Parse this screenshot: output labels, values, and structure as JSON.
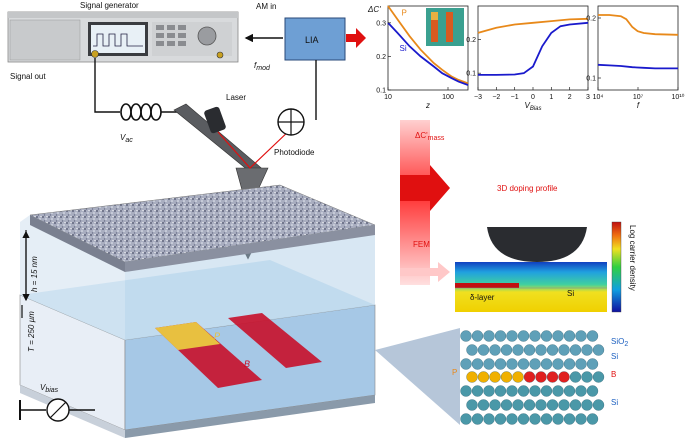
{
  "labels": {
    "signal_generator": "Signal generator",
    "am_in": "AM in",
    "signal_out": "Signal out",
    "lia": "LIA",
    "fmod": "f",
    "fmod_sub": "mod",
    "laser": "Laser",
    "photodiode": "Photodiode",
    "vac": "V",
    "vac_sub": "ac",
    "z_axis": "z",
    "h_label": "h = 15 nm",
    "t_label": "T = 250 µm",
    "p_label": "P",
    "b_label": "B",
    "vbias": "V",
    "vbias_sub": "bias",
    "dc_mass": "ΔC'",
    "dc_mass_sub": "mass",
    "fem": "FEM",
    "doping_profile": "3D doping profile",
    "delta_layer": "δ-layer",
    "si_fem": "Si",
    "log_carrier": "Log carrier density",
    "sio2": "SiO",
    "sio2_sub": "2",
    "si_top": "Si",
    "p_lattice": "P",
    "b_lattice": "B",
    "si_bottom": "Si"
  },
  "chart_data": [
    {
      "type": "line",
      "ylabel": "ΔC'",
      "xlabel": "z",
      "x_log": true,
      "xlim": [
        10,
        300
      ],
      "ylim": [
        0.1,
        0.35
      ],
      "xticks": [
        "10",
        "100"
      ],
      "yticks": [
        "0.1",
        "0.2",
        "0.3"
      ],
      "series": [
        {
          "name": "P",
          "color": "#e8891a",
          "x": [
            10,
            15,
            25,
            40,
            70,
            100,
            150,
            200,
            300
          ],
          "y": [
            0.35,
            0.31,
            0.26,
            0.22,
            0.18,
            0.16,
            0.14,
            0.13,
            0.12
          ]
        },
        {
          "name": "Si",
          "color": "#1a1acc",
          "x": [
            10,
            15,
            25,
            40,
            70,
            100,
            150,
            200,
            300
          ],
          "y": [
            0.3,
            0.27,
            0.23,
            0.2,
            0.17,
            0.15,
            0.135,
            0.125,
            0.115
          ]
        }
      ]
    },
    {
      "type": "line",
      "xlabel": "V",
      "xlabel_sub": "Bias",
      "xlim": [
        -3,
        3
      ],
      "ylim": [
        0.05,
        0.3
      ],
      "xticks": [
        "−3",
        "−2",
        "−1",
        "0",
        "1",
        "2",
        "3"
      ],
      "yticks": [
        "0.1",
        "0.2"
      ],
      "series": [
        {
          "color": "#e8891a",
          "x": [
            -3,
            -2,
            -1,
            0,
            1,
            2,
            3
          ],
          "y": [
            0.22,
            0.235,
            0.245,
            0.25,
            0.255,
            0.26,
            0.262
          ]
        },
        {
          "color": "#1a1acc",
          "x": [
            -3,
            -2,
            -1,
            -0.5,
            0,
            0.5,
            1,
            1.5,
            2,
            3
          ],
          "y": [
            0.095,
            0.095,
            0.096,
            0.1,
            0.12,
            0.18,
            0.22,
            0.24,
            0.245,
            0.25
          ]
        }
      ]
    },
    {
      "type": "line",
      "xlabel": "f",
      "x_log": true,
      "xlim": [
        10000,
        100000000000
      ],
      "ylim": [
        0.08,
        0.22
      ],
      "xticks": [
        "10⁴",
        "10⁷",
        "10¹⁰"
      ],
      "yticks": [
        "0.1",
        "0.2"
      ],
      "series": [
        {
          "color": "#e8891a",
          "x": [
            10000,
            100000,
            1000000,
            3000000,
            10000000,
            30000000,
            100000000,
            1000000000,
            100000000000
          ],
          "y": [
            0.205,
            0.205,
            0.203,
            0.198,
            0.185,
            0.178,
            0.175,
            0.173,
            0.172
          ]
        },
        {
          "color": "#1a1acc",
          "x": [
            10000,
            100000,
            1000000,
            10000000,
            100000000,
            1000000000,
            100000000000
          ],
          "y": [
            0.122,
            0.121,
            0.12,
            0.118,
            0.117,
            0.116,
            0.116
          ]
        }
      ]
    }
  ]
}
